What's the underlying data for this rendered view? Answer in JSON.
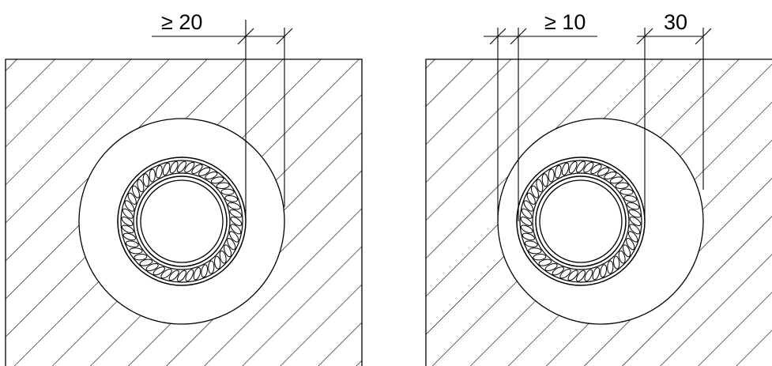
{
  "drawing": {
    "left_detail": {
      "dimension_label": "≥ 20"
    },
    "right_detail": {
      "dimension_label_gap": "≥ 10",
      "dimension_label_sleeve": "30"
    },
    "colors": {
      "line": "#000000",
      "background": "#ffffff"
    }
  }
}
